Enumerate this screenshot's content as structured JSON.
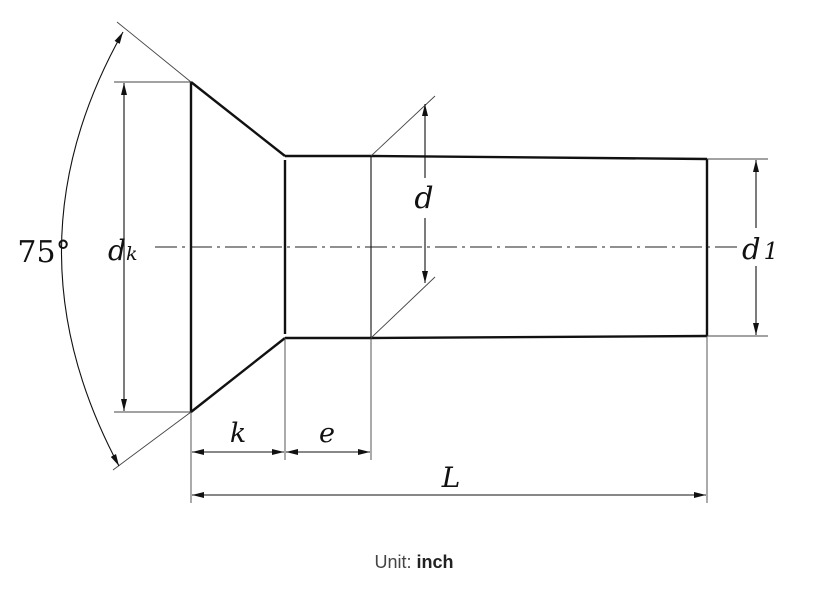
{
  "diagram": {
    "labels": {
      "angle": "75°",
      "head_diameter_main": "d",
      "head_diameter_sub": "k",
      "shank_diameter": "d",
      "body_diameter_main": "d",
      "body_diameter_sub": "1",
      "head_height": "k",
      "neck_length": "e",
      "total_length": "L"
    }
  },
  "footer": {
    "unit_label": "Unit:",
    "unit_value": "inch"
  }
}
